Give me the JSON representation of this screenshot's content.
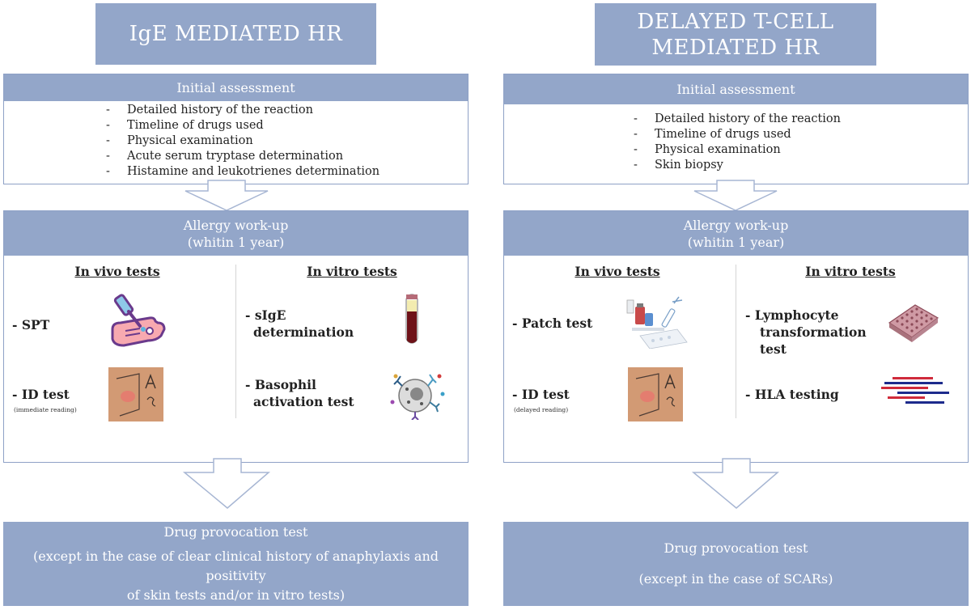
{
  "left": {
    "title": "IgE MEDIATED HR",
    "initial_header": "Initial assessment",
    "initial_items": [
      "Detailed history of the reaction",
      "Timeline of drugs used",
      "Physical examination",
      "Acute serum tryptase determination",
      "Histamine and leukotrienes determination"
    ],
    "workup_line1": "Allergy work-up",
    "workup_line2": "(whitin 1 year)",
    "invivo_header": "In vivo tests",
    "invitro_header": "In vitro tests",
    "spt_label": "- SPT",
    "id_label": "- ID test",
    "id_note": "(immediate reading)",
    "sige_line1": "- sIgE",
    "sige_line2": "determination",
    "baso_line1": "- Basophil",
    "baso_line2": "activation test",
    "dpt_title": "Drug provocation test",
    "dpt_note_line1": "(except in the case of clear clinical history of anaphylaxis and positivity",
    "dpt_note_line2": "of skin tests and/or in vitro tests)"
  },
  "right": {
    "title_line1": "DELAYED T-CELL",
    "title_line2": "MEDIATED HR",
    "initial_header": "Initial assessment",
    "initial_items": [
      "Detailed history of the reaction",
      "Timeline of drugs used",
      "Physical examination",
      "Skin  biopsy"
    ],
    "workup_line1": "Allergy work-up",
    "workup_line2": "(whitin 1 year)",
    "invivo_header": "In vivo tests",
    "invitro_header": "In vitro tests",
    "patch_label": "- Patch test",
    "id_label": "- ID test",
    "id_note": "(delayed reading)",
    "ltt_line1": "- Lymphocyte",
    "ltt_line2": "transformation",
    "ltt_line3": "test",
    "hla_label": "- HLA testing",
    "dpt_title": "Drug provocation test",
    "dpt_note": "(except in the case of SCARs)"
  },
  "colors": {
    "accent": "#93a6c9",
    "border": "#8ea1c6"
  },
  "icons": [
    "dropper-hand-icon",
    "skin-test-photo-icon",
    "blood-tube-icon",
    "basophil-cell-icon",
    "patch-test-kit-icon",
    "well-plate-icon",
    "hla-bands-icon"
  ]
}
